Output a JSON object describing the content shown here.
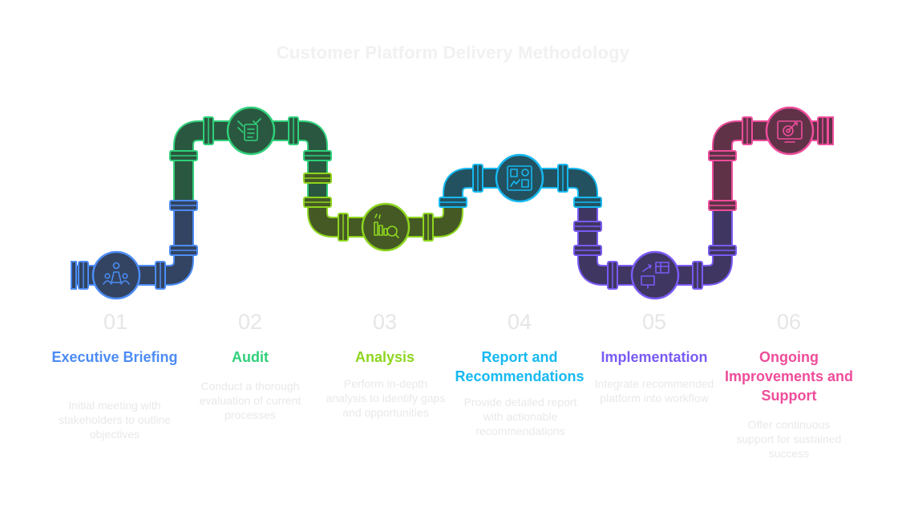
{
  "title": "Customer Platform Delivery Methodology",
  "steps": [
    {
      "number": "01",
      "title": "Executive Briefing",
      "description": "Initial meeting with stakeholders to outline objectives",
      "color": "#4c8cf5",
      "icon": "meeting-icon"
    },
    {
      "number": "02",
      "title": "Audit",
      "description": "Conduct a thorough evaluation of current processes",
      "color": "#2fd07a",
      "icon": "checklist-icon"
    },
    {
      "number": "03",
      "title": "Analysis",
      "description": "Perform in-depth analysis to identify gaps and opportunities",
      "color": "#8ed61f",
      "icon": "chart-magnifier-icon"
    },
    {
      "number": "04",
      "title": "Report and Recommendations",
      "description": "Provide detailed report with actionable recommendations",
      "color": "#16b9f1",
      "icon": "report-dashboard-icon"
    },
    {
      "number": "05",
      "title": "Implementation",
      "description": "Integrate recommended platform into workflow",
      "color": "#7a5af5",
      "icon": "integration-icon"
    },
    {
      "number": "06",
      "title": "Ongoing Improvements and Support",
      "description": "Offer continuous support for sustained success",
      "color": "#ee4d9b",
      "icon": "target-monitor-icon"
    }
  ]
}
